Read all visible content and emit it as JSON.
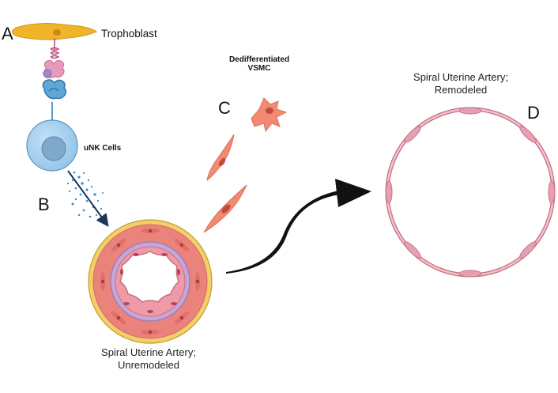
{
  "panels": {
    "a": "A",
    "b": "B",
    "c": "C",
    "d": "D"
  },
  "labels": {
    "trophoblast": "Trophoblast",
    "unk_cells": "uNK Cells",
    "vsmc_line1": "Dedifferentiated",
    "vsmc_line2": "VSMC",
    "remodeled_line1": "Spiral Uterine Artery;",
    "remodeled_line2": "Remodeled",
    "unremodeled_line1": "Spiral Uterine Artery;",
    "unremodeled_line2": "Unremodeled"
  },
  "colors": {
    "trophoblast": "#f0b429",
    "unk_cell": "#a9d3f2",
    "unk_nucleus": "#7fa9c9",
    "vsmc": "#f08a72",
    "vessel_wall": "#e9837c",
    "adventitia": "#f3cf6a",
    "elastic_lamina": "#c6a6d8",
    "remodeled_wall": "#d98aa2",
    "granules": "#2f8fcf",
    "arrow": "#111111"
  }
}
